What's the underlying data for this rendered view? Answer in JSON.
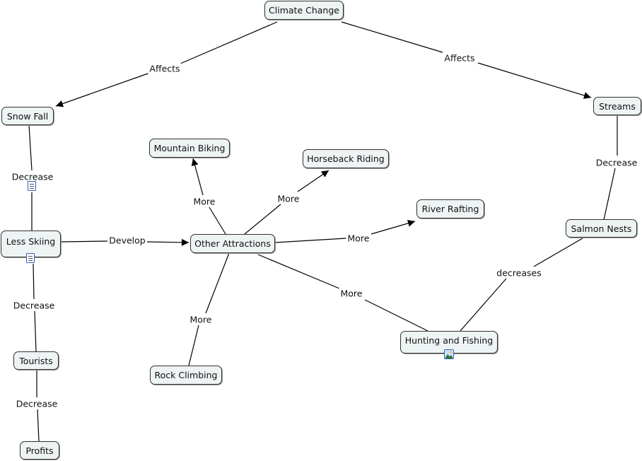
{
  "nodes": {
    "climate": "Climate Change",
    "snow": "Snow Fall",
    "streams": "Streams",
    "mtnbike": "Mountain Biking",
    "horse": "Horseback Riding",
    "raft": "River Rafting",
    "salmon": "Salmon Nests",
    "skiing": "Less Skiing",
    "other": "Other Attractions",
    "hunting": "Hunting and Fishing",
    "rock": "Rock Climbing",
    "tourists": "Tourists",
    "profits": "Profits"
  },
  "links": {
    "affects_left": "Affects",
    "affects_right": "Affects",
    "decrease_snow": "Decrease",
    "decrease_streams": "Decrease",
    "develop": "Develop",
    "more_bike": "More",
    "more_horse": "More",
    "more_raft": "More",
    "more_rock": "More",
    "more_hunt": "More",
    "decreases_salmon": "decreases",
    "decrease_skiing": "Decrease",
    "decrease_tourists": "Decrease"
  },
  "colors": {
    "node_fill": "#eef3f4",
    "line": "#000000",
    "icon_border": "#3a62b8"
  },
  "icons": {
    "resource": "document-resource-icon",
    "image": "image-resource-icon"
  }
}
